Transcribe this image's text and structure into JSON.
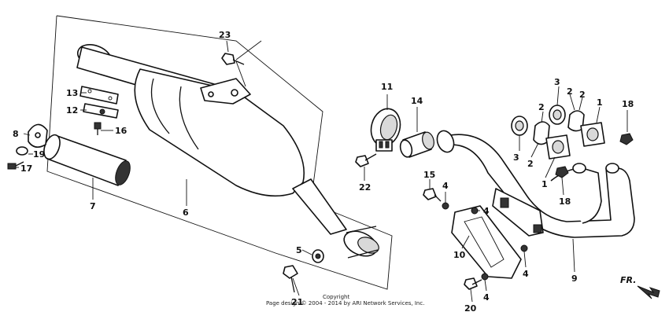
{
  "callouts": {
    "c1a": "1",
    "c1b": "1",
    "c2a": "2",
    "c2b": "2",
    "c2c": "2",
    "c2d": "2",
    "c3a": "3",
    "c3b": "3",
    "c4a": "4",
    "c4b": "4",
    "c4c": "4",
    "c4d": "4",
    "c5": "5",
    "c6": "6",
    "c7": "7",
    "c8": "8",
    "c9": "9",
    "c10": "10",
    "c11": "11",
    "c12": "12",
    "c13": "13",
    "c14": "14",
    "c15": "15",
    "c16": "16",
    "c17": "17",
    "c18a": "18",
    "c18b": "18",
    "c19": "19",
    "c20": "20",
    "c21": "21",
    "c22": "22",
    "c23": "23"
  },
  "copyright": {
    "line1": "Copyright",
    "line2": "Page design © 2004 - 2014 by ARI Network Services, Inc."
  },
  "direction_label": "FR."
}
